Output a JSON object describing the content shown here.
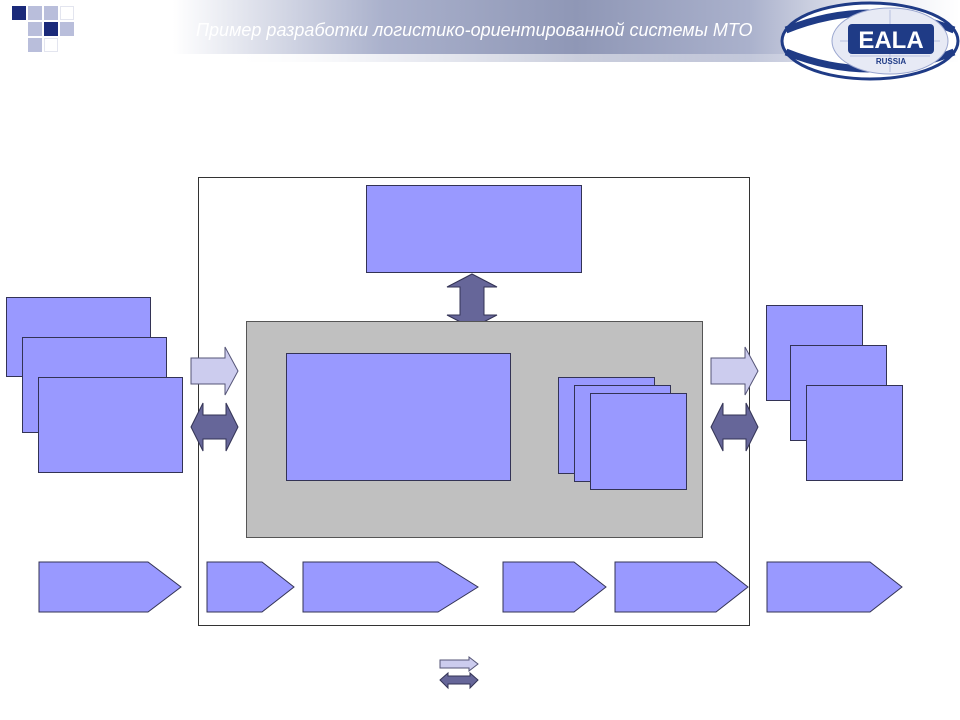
{
  "header": {
    "title": "Пример разработки логистико-ориентированной системы МТО"
  },
  "logo": {
    "text": "EALA",
    "subtext": "RUSSIA"
  },
  "colors": {
    "box_fill": "#9999ff",
    "panel_fill": "#c0c0c0",
    "flow_arrow_fill": "#ccccee",
    "exchange_arrow_fill": "#666699",
    "logo_navy": "#1f3b86"
  },
  "legend": {
    "flow_icon": "light-right-arrow-icon",
    "exchange_icon": "dark-double-arrow-icon"
  }
}
